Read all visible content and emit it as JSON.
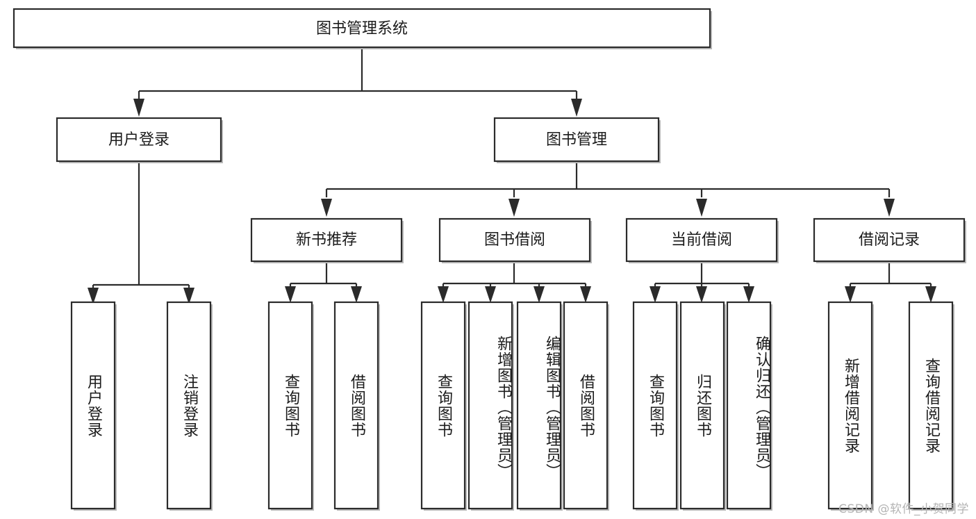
{
  "diagram": {
    "title": "图书管理系统",
    "type": "hierarchy-tree",
    "watermark": "CSDN @软件_小贺同学",
    "colors": {
      "box_fill": "#ffffff",
      "box_stroke": "#2b2b2b",
      "shadow": "#b9b9b9",
      "text": "#1b1b1b",
      "watermark": "#b4b4b4",
      "background": "#ffffff"
    },
    "levels": {
      "root": {
        "label": "图书管理系统"
      },
      "level2": [
        {
          "label": "用户登录"
        },
        {
          "label": "图书管理"
        }
      ],
      "level3": [
        {
          "label": "新书推荐"
        },
        {
          "label": "图书借阅"
        },
        {
          "label": "当前借阅"
        },
        {
          "label": "借阅记录"
        }
      ],
      "leaves": [
        {
          "label": "用户登录",
          "parent": "用户登录"
        },
        {
          "label": "注销登录",
          "parent": "用户登录"
        },
        {
          "label": "查询图书",
          "parent": "新书推荐"
        },
        {
          "label": "借阅图书",
          "parent": "新书推荐"
        },
        {
          "label": "查询图书",
          "parent": "图书借阅"
        },
        {
          "label": "新增图书（管理员）",
          "parent": "图书借阅"
        },
        {
          "label": "编辑图书（管理员）",
          "parent": "图书借阅"
        },
        {
          "label": "借阅图书",
          "parent": "图书借阅"
        },
        {
          "label": "查询图书",
          "parent": "当前借阅"
        },
        {
          "label": "归还图书",
          "parent": "当前借阅"
        },
        {
          "label": "确认归还（管理员）",
          "parent": "当前借阅"
        },
        {
          "label": "新增借阅记录",
          "parent": "借阅记录"
        },
        {
          "label": "查询借阅记录",
          "parent": "借阅记录"
        }
      ]
    }
  }
}
